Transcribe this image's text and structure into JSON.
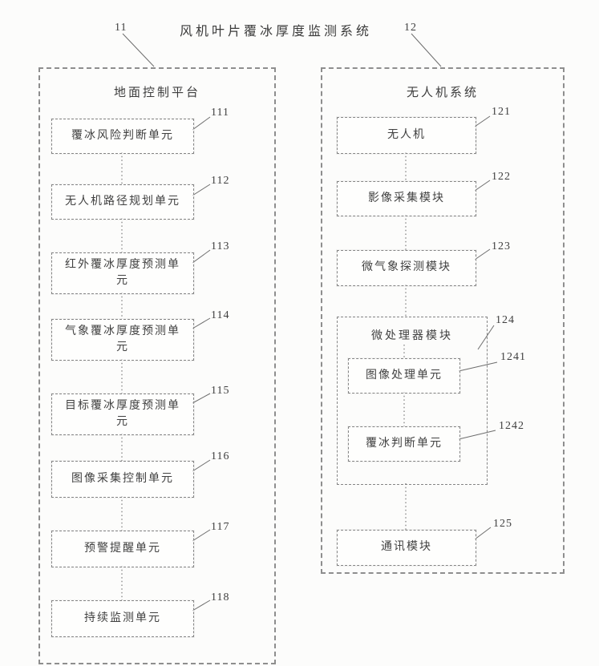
{
  "diagram": {
    "title": "风机叶片覆冰厚度监测系统",
    "left_panel": {
      "ref": "11",
      "title": "地面控制平台",
      "units": [
        {
          "label": "覆冰风险判断单元",
          "ref": "111"
        },
        {
          "label": "无人机路径规划单元",
          "ref": "112"
        },
        {
          "label": "红外覆冰厚度预测单元",
          "ref": "113"
        },
        {
          "label": "气象覆冰厚度预测单元",
          "ref": "114"
        },
        {
          "label": "目标覆冰厚度预测单元",
          "ref": "115"
        },
        {
          "label": "图像采集控制单元",
          "ref": "116"
        },
        {
          "label": "预警提醒单元",
          "ref": "117"
        },
        {
          "label": "持续监测单元",
          "ref": "118"
        }
      ]
    },
    "right_panel": {
      "ref": "12",
      "title": "无人机系统",
      "units": [
        {
          "label": "无人机",
          "ref": "121"
        },
        {
          "label": "影像采集模块",
          "ref": "122"
        },
        {
          "label": "微气象探测模块",
          "ref": "123"
        },
        {
          "label": "微处理器模块",
          "ref": "124"
        },
        {
          "label": "图像处理单元",
          "ref": "1241"
        },
        {
          "label": "覆冰判断单元",
          "ref": "1242"
        },
        {
          "label": "通讯模块",
          "ref": "125"
        }
      ]
    }
  }
}
